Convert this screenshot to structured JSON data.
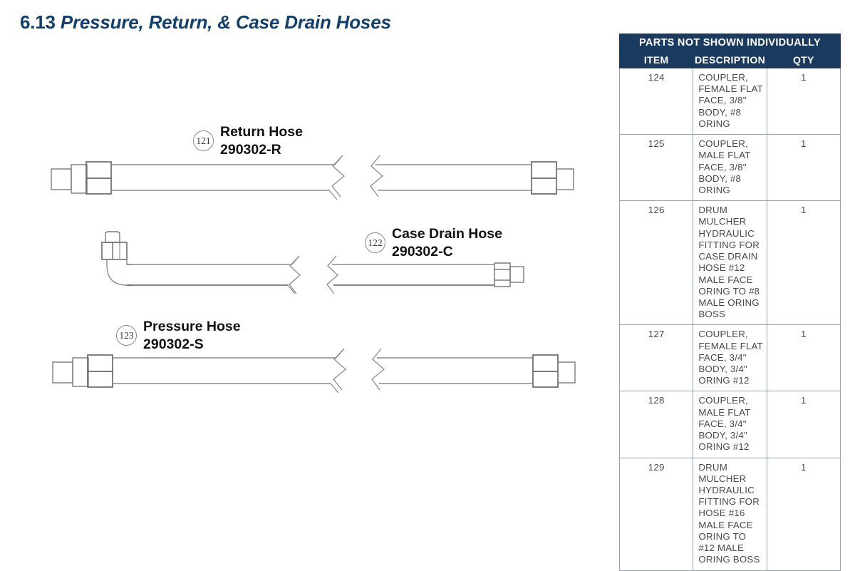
{
  "title": {
    "section": "6.13",
    "text": "Pressure, Return, & Case Drain Hoses"
  },
  "colors": {
    "title_navy": "#12406e",
    "table_header_navy": "#1b3a60",
    "table_border": "#9aa3ab",
    "drawing_line": "#6f6f6f",
    "text_dark": "#4a4a4a"
  },
  "callouts": [
    {
      "number": "121",
      "name": "Return Hose",
      "part_number": "290302-R"
    },
    {
      "number": "122",
      "name": "Case Drain Hose",
      "part_number": "290302-C"
    },
    {
      "number": "123",
      "name": "Pressure Hose",
      "part_number": "290302-S"
    }
  ],
  "parts_table": {
    "title": "PARTS NOT SHOWN INDIVIDUALLY",
    "columns": [
      "ITEM",
      "DESCRIPTION",
      "QTY"
    ],
    "rows": [
      {
        "item": "124",
        "description": "COUPLER, FEMALE FLAT FACE, 3/8\" BODY, #8 ORING",
        "qty": "1"
      },
      {
        "item": "125",
        "description": "COUPLER, MALE FLAT FACE, 3/8\" BODY, #8 ORING",
        "qty": "1"
      },
      {
        "item": "126",
        "description": "DRUM MULCHER HYDRAULIC FITTING FOR CASE DRAIN HOSE #12 MALE FACE ORING TO #8 MALE ORING BOSS",
        "qty": "1"
      },
      {
        "item": "127",
        "description": "COUPLER, FEMALE FLAT FACE, 3/4\" BODY, 3/4\" ORING #12",
        "qty": "1"
      },
      {
        "item": "128",
        "description": "COUPLER, MALE FLAT FACE, 3/4\" BODY, 3/4\" ORING #12",
        "qty": "1"
      },
      {
        "item": "129",
        "description": "DRUM MULCHER HYDRAULIC FITTING FOR HOSE #16 MALE FACE ORING TO #12 MALE ORING BOSS",
        "qty": "1"
      }
    ]
  }
}
